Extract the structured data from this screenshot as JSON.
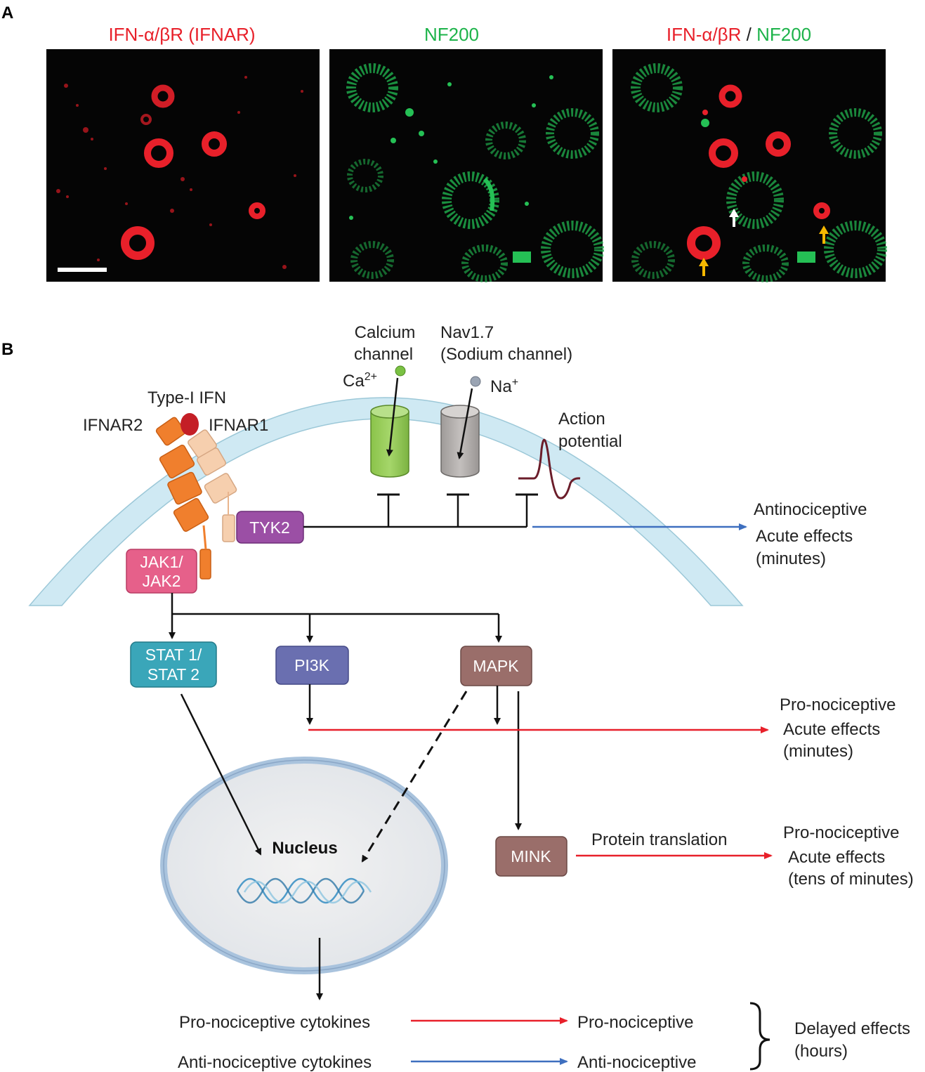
{
  "panel_a": {
    "letter": "A",
    "col1_title": "IFN-α/βR (IFNAR)",
    "col2_title": "NF200",
    "col3_title_red": "IFN-α/βR",
    "col3_title_sep": " / ",
    "col3_title_green": "NF200"
  },
  "panel_b": {
    "letter": "B",
    "calcium_channel_line1": "Calcium",
    "calcium_channel_line2": "channel",
    "ca_ion": "Ca",
    "ca_charge": "2+",
    "nav_line1": "Nav1.7",
    "nav_line2": "(Sodium channel)",
    "na_ion": "Na",
    "na_charge": "+",
    "type1_ifn": "Type-I IFN",
    "ifnar2": "IFNAR2",
    "ifnar1": "IFNAR1",
    "action_potential_line1": "Action",
    "action_potential_line2": "potential",
    "tyk2": "TYK2",
    "jak_line1": "JAK1/",
    "jak_line2": "JAK2",
    "stat_line1": "STAT 1/",
    "stat_line2": "STAT 2",
    "pi3k": "PI3K",
    "mapk": "MAPK",
    "mink": "MINK",
    "nucleus": "Nucleus",
    "protein_translation": "Protein translation",
    "antinoc_line1": "Antinociceptive",
    "antinoc_line2": "Acute effects",
    "antinoc_line3": "(minutes)",
    "pronoc1_line1": "Pro-nociceptive",
    "pronoc1_line2": "Acute effects",
    "pronoc1_line3": "(minutes)",
    "pronoc2_line1": "Pro-nociceptive",
    "pronoc2_line2": "Acute effects",
    "pronoc2_line3": "(tens of minutes)",
    "pro_cytokines": "Pro-nociceptive cytokines",
    "anti_cytokines": "Anti-nociceptive cytokines",
    "pro_result": "Pro-nociceptive",
    "anti_result": "Anti-nociceptive",
    "delayed_line1": "Delayed effects",
    "delayed_line2": "(hours)"
  },
  "colors": {
    "red_text": "#e8202a",
    "green_text": "#1db34a",
    "membrane": "#cfe9f3",
    "tyk2": "#9b4fa5",
    "jak": "#e6608a",
    "stat": "#3aa6b9",
    "pi3k": "#6a6fb0",
    "mapk": "#9a6e6a",
    "mink": "#9a6e6a",
    "red_arrow": "#e8202a",
    "blue_arrow": "#3e6fbf"
  }
}
